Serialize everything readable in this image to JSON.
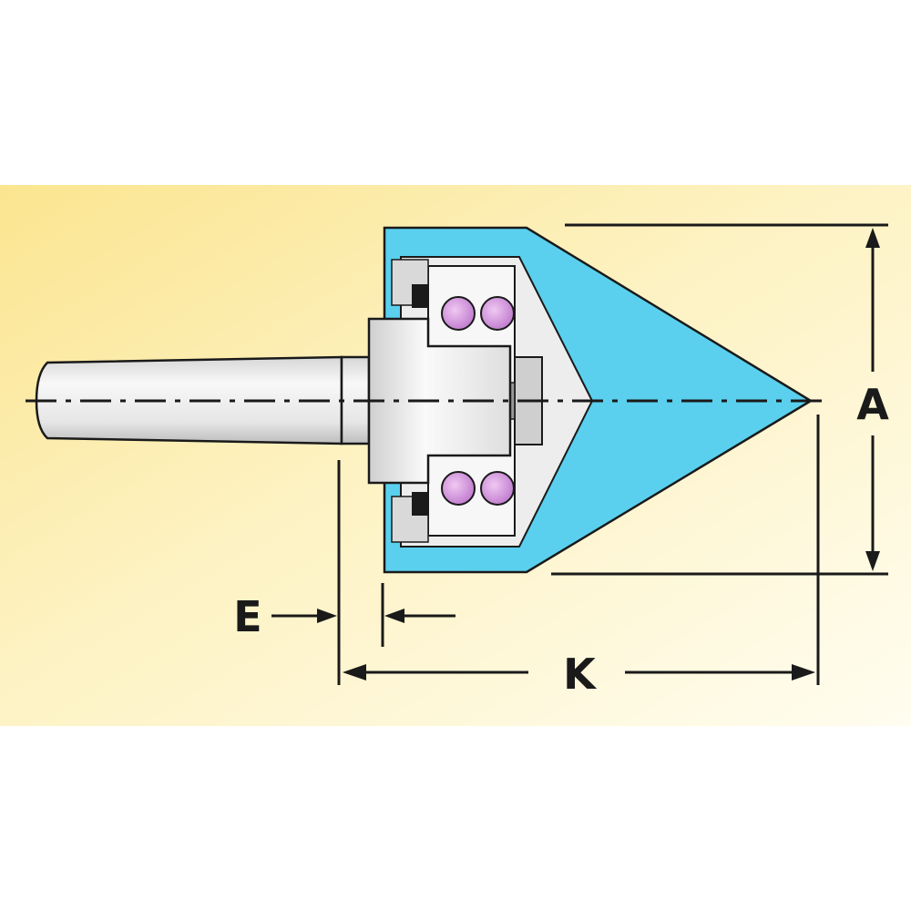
{
  "labels": {
    "a": "A",
    "e": "E",
    "k": "K"
  },
  "colors": {
    "background_warm": "#fbe590",
    "background_light": "#fffdf0",
    "cone_fill": "#5ad0ee",
    "bearing_ball": "#d9a0e0",
    "metal_light": "#f4f4f4",
    "metal_shade": "#c8c8c8",
    "line": "#1a1a1a"
  }
}
